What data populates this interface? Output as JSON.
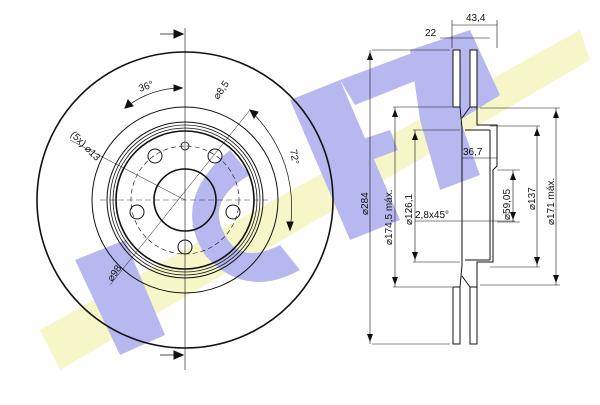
{
  "watermark": {
    "text": "ICER",
    "colors": {
      "blue": "#b8b8f0",
      "yellow": "#f6f6c8"
    }
  },
  "front_view": {
    "angle_top": "36°",
    "angle_right": "72°",
    "bolt_small_hole": "⌀8,5",
    "bolt_holes": "(5x) ⌀13",
    "pcd": "⌀98"
  },
  "section_view": {
    "width_total": "43,4",
    "thickness": "22",
    "hub_depth": "36,7",
    "chamfer": "2,8x45°",
    "diameters": {
      "outer": "⌀284",
      "friction_max": "⌀174,5 máx.",
      "inner": "⌀126,1",
      "center_bore": "⌀59,05",
      "hub": "⌀137",
      "hub_max": "⌀171 máx."
    }
  },
  "colors": {
    "line": "#111111",
    "dim": "#222222"
  }
}
